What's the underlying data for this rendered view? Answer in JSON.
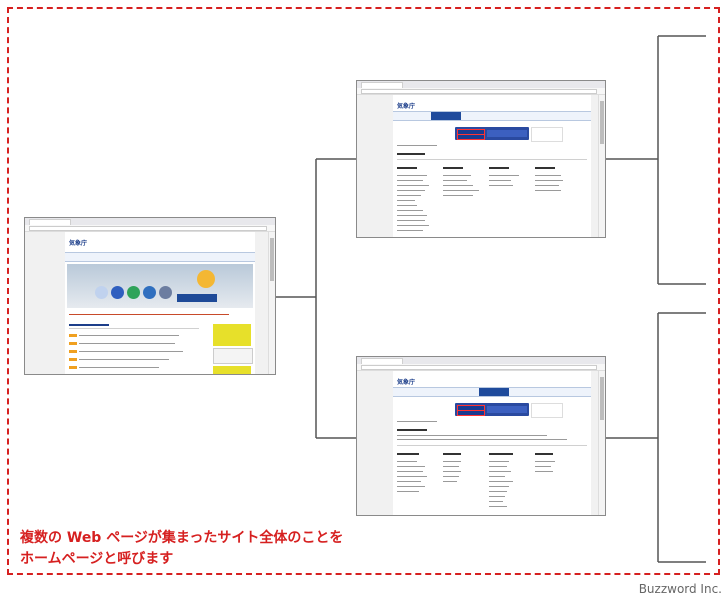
{
  "caption": {
    "line1": "複数の Web ページが集まったサイト全体のことを",
    "line2": "ホームページと呼びます"
  },
  "credit": "Buzzword Inc.",
  "colors": {
    "frame": "#d62020",
    "caption": "#d62020",
    "connector": "#555555",
    "brand": "#1c3e8a"
  },
  "screenshots": [
    {
      "name": "home-page",
      "logo": "気象庁"
    },
    {
      "name": "disaster-info-page",
      "logo": "気象庁"
    },
    {
      "name": "regional-info-page",
      "logo": "気象庁"
    }
  ]
}
